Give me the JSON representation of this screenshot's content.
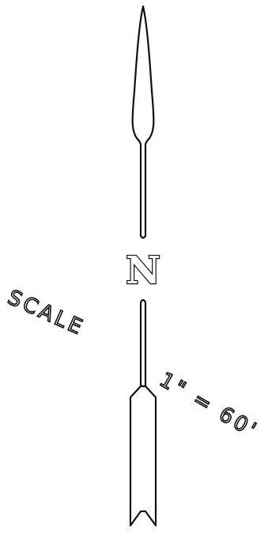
{
  "diagram": {
    "north_label": "N",
    "scale_label": "SCALE",
    "scale_value": "1\" = 60'",
    "ink_color": "#111111",
    "background_color": "#ffffff"
  }
}
